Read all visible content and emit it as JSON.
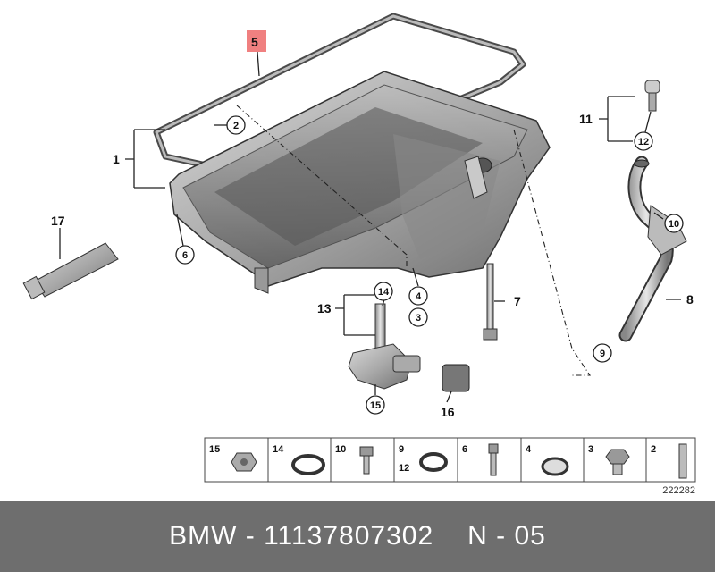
{
  "diagram": {
    "part_labels": {
      "l1": "1",
      "l5": "5",
      "l7": "7",
      "l8": "8",
      "l11": "11",
      "l13": "13",
      "l16": "16",
      "l17": "17"
    },
    "callouts": {
      "c2": "2",
      "c3": "3",
      "c4": "4",
      "c6": "6",
      "c9": "9",
      "c10": "10",
      "c12": "12",
      "c14": "14",
      "c15": "15"
    },
    "legend": {
      "items": [
        "15",
        "14",
        "10",
        "9",
        "12",
        "6",
        "4",
        "3",
        "2"
      ]
    },
    "image_number": "222282"
  },
  "footer": {
    "brand_part": "BMW - 11137807302",
    "position": "N - 05"
  },
  "colors": {
    "footer_bg": "#6e6e6e",
    "highlight": "#f08080"
  }
}
